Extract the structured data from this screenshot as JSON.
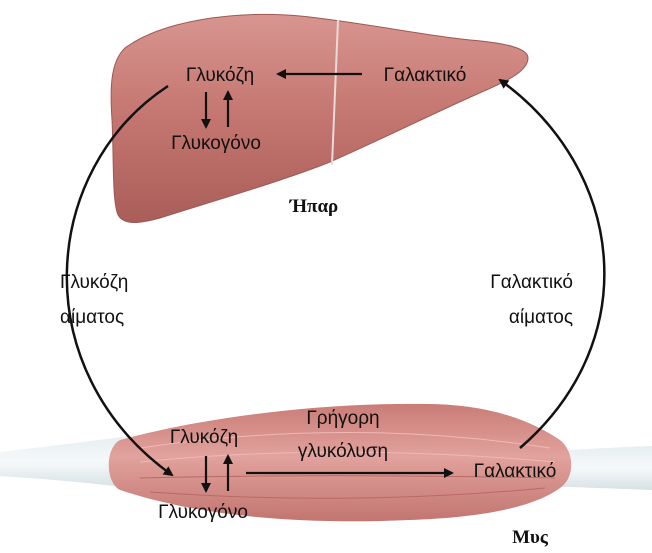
{
  "liver": {
    "name": "Ήπαρ",
    "glucose": "Γλυκόζη",
    "glycogen": "Γλυκογόνο",
    "lactate": "Γαλακτικό"
  },
  "muscle": {
    "name": "Μυς",
    "glucose": "Γλυκόζη",
    "glycogen": "Γλυκογόνο",
    "lactate": "Γαλακτικό",
    "glycolysis_line1": "Γρήγορη",
    "glycolysis_line2": "γλυκόλυση"
  },
  "blood": {
    "glucose_line1": "Γλυκόζη",
    "glucose_line2": "αίματος",
    "lactate_line1": "Γαλακτικό",
    "lactate_line2": "αίματος"
  },
  "colors": {
    "liver": "#c4756f",
    "muscle": "#d8918c",
    "arrow": "#111111"
  }
}
